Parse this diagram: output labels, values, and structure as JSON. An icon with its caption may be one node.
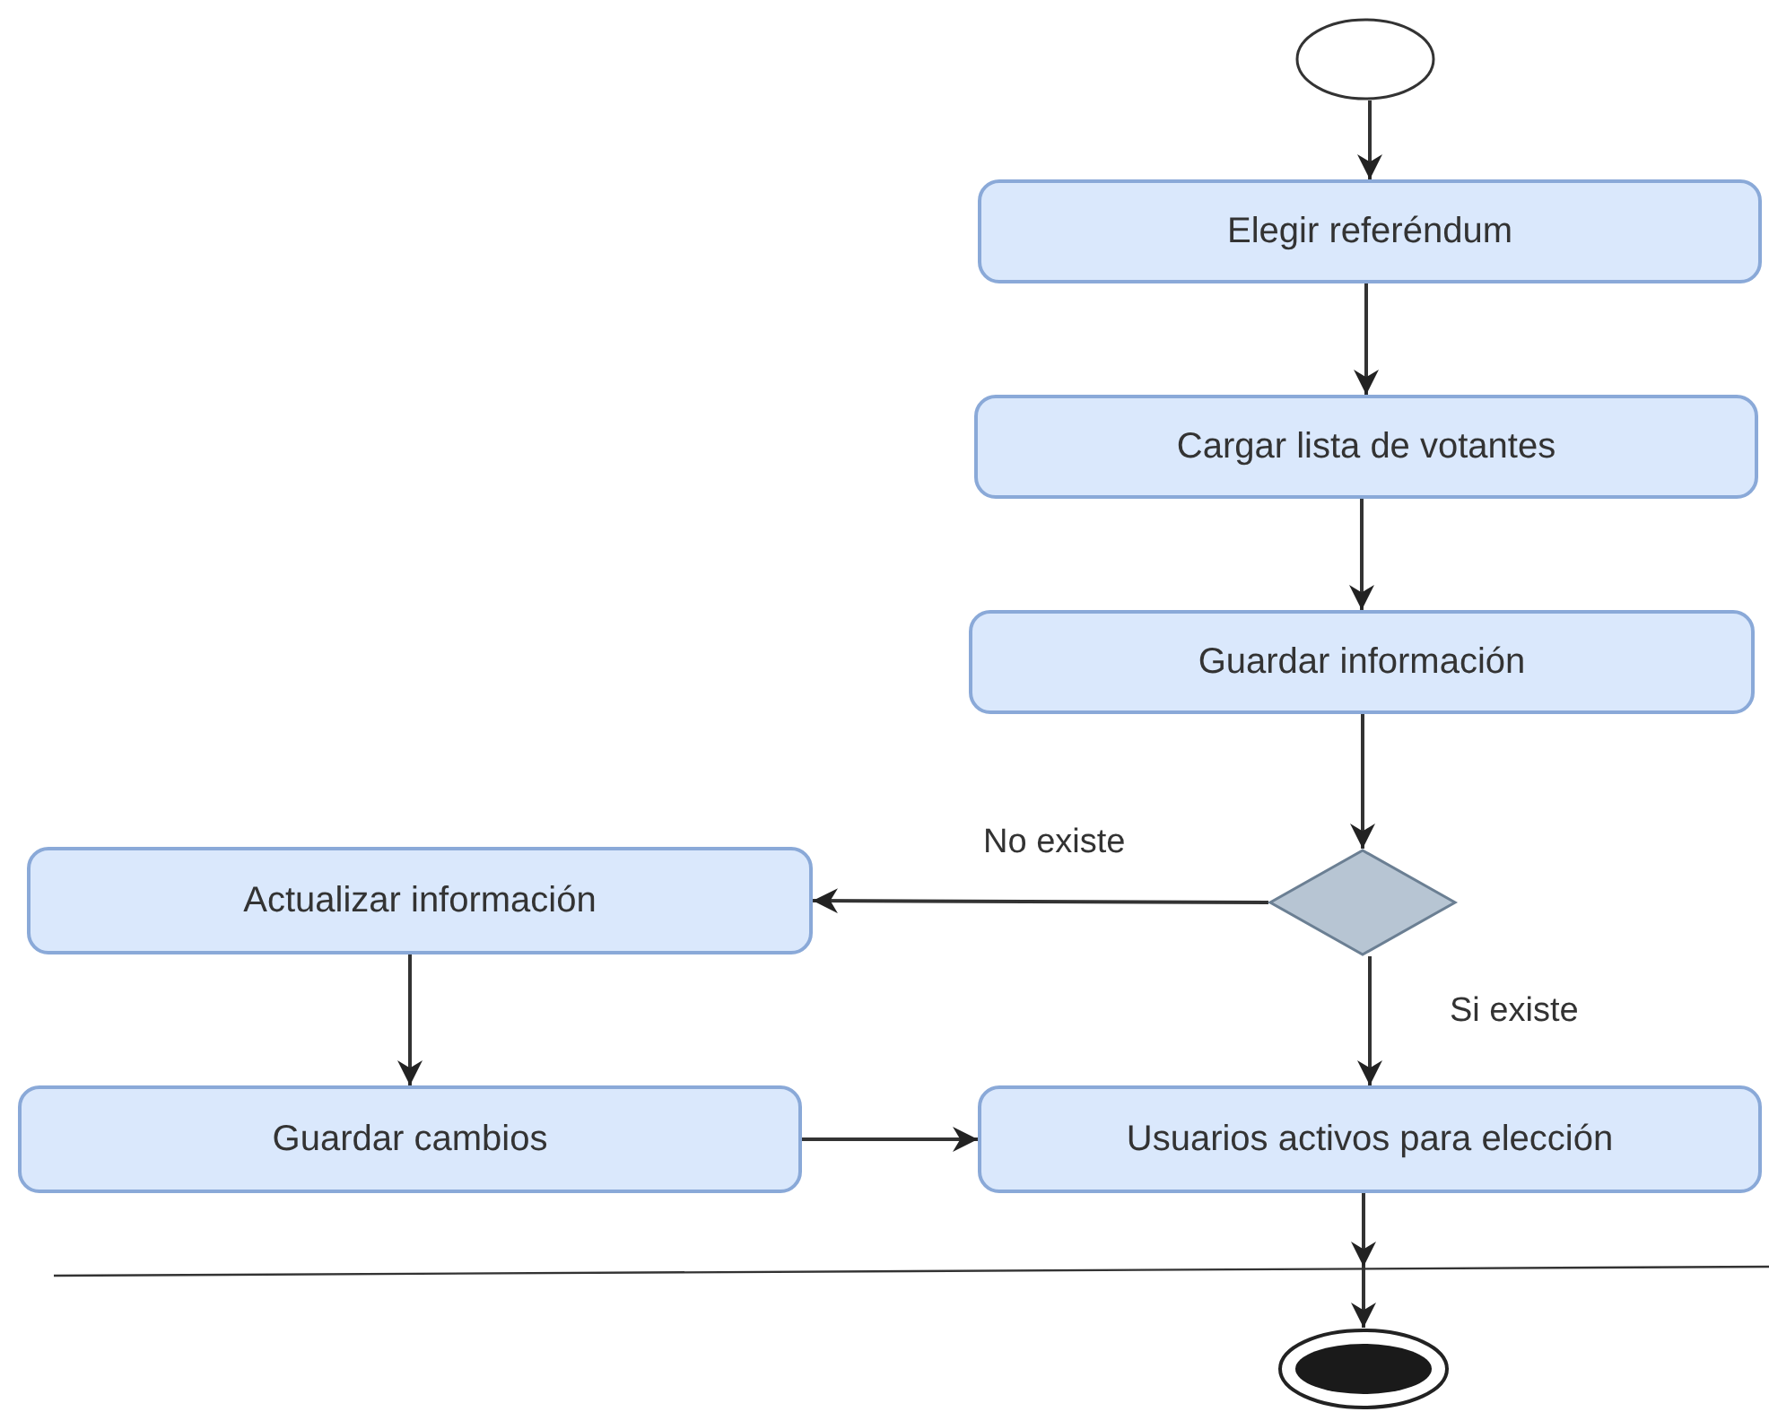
{
  "diagram": {
    "nodes": [
      {
        "text": [],
        "shape": "circle"
      },
      {
        "text": [
          "Elegir referéndum"
        ]
      },
      {
        "text": [
          "Cargar lista de votantes"
        ]
      },
      {
        "text": [
          "Guardar información"
        ]
      },
      {
        "text": [],
        "shape": "diamond"
      },
      {
        "text": [
          "Actualizar información"
        ]
      },
      {
        "text": [
          "Guardar cambios"
        ]
      },
      {
        "text": [
          "Usuarios activos para elección"
        ]
      },
      {
        "text": [],
        "shape": "end-circle"
      }
    ],
    "edges": [
      {
        "from": 0,
        "to": 1,
        "arrow": "to"
      },
      {
        "from": 1,
        "to": 2,
        "arrow": "to"
      },
      {
        "from": 2,
        "to": 3,
        "arrow": "to"
      },
      {
        "from": 3,
        "to": 4,
        "arrow": "to"
      },
      {
        "from": 4,
        "to": 5,
        "arrow": "to",
        "label": "No existe"
      },
      {
        "from": 4,
        "to": 7,
        "arrow": "to",
        "label": "Si existe"
      },
      {
        "from": 5,
        "to": 6,
        "arrow": "to"
      },
      {
        "from": 6,
        "to": 7,
        "arrow": "to"
      },
      {
        "from": 7,
        "to": 8,
        "arrow": "to"
      }
    ]
  }
}
